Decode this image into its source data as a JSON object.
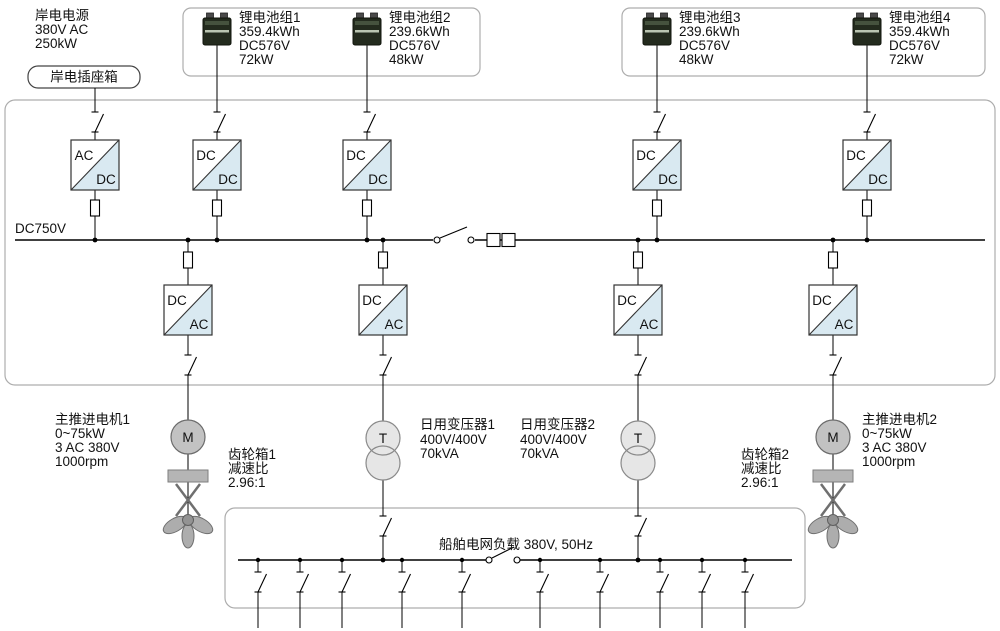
{
  "shore": {
    "lines": [
      "岸电电源",
      "380V AC",
      "250kW"
    ],
    "socket": "岸电插座箱"
  },
  "bus": {
    "label": "DC750V"
  },
  "labels": {
    "ac": "AC",
    "dc": "DC",
    "motor": "M",
    "transformer": "T"
  },
  "batteries": [
    {
      "name": "锂电池组1",
      "capacity": "359.4kWh",
      "voltage": "DC576V",
      "power": "72kW"
    },
    {
      "name": "锂电池组2",
      "capacity": "239.6kWh",
      "voltage": "DC576V",
      "power": "48kW"
    },
    {
      "name": "锂电池组3",
      "capacity": "239.6kWh",
      "voltage": "DC576V",
      "power": "48kW"
    },
    {
      "name": "锂电池组4",
      "capacity": "359.4kWh",
      "voltage": "DC576V",
      "power": "72kW"
    }
  ],
  "motors": [
    {
      "lines": [
        "主推进电机1",
        "0~75kW",
        "3 AC 380V",
        "1000rpm"
      ]
    },
    {
      "lines": [
        "主推进电机2",
        "0~75kW",
        "3 AC 380V",
        "1000rpm"
      ]
    }
  ],
  "gearboxes": [
    {
      "lines": [
        "齿轮箱1",
        "减速比",
        "2.96:1"
      ]
    },
    {
      "lines": [
        "齿轮箱2",
        "减速比",
        "2.96:1"
      ]
    }
  ],
  "transformers": [
    {
      "lines": [
        "日用变压器1",
        "400V/400V",
        "70kVA"
      ]
    },
    {
      "lines": [
        "日用变压器2",
        "400V/400V",
        "70kVA"
      ]
    }
  ],
  "load": {
    "label": "船舶电网负载 380V, 50Hz"
  }
}
